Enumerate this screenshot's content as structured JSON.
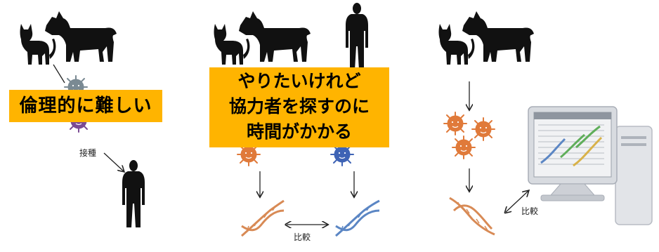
{
  "callouts": {
    "ethics": "倫理的に難しい",
    "collaborator_line1": "やりたいけれど",
    "collaborator_line2": "協力者を探すのに",
    "collaborator_line3": "時間がかかる"
  },
  "labels": {
    "vaccinate": "接種",
    "compare_1": "比較",
    "compare_2": "比較"
  },
  "colors": {
    "callout_bg": "#ffb400",
    "silhouette": "#111111",
    "virus_orange": "#e07a3a",
    "virus_blue": "#3e63b5",
    "virus_purple": "#7a4a93",
    "dna_orange": "#d88a55",
    "dna_blue": "#5b86c4",
    "monitor_frame": "#d8dbe0"
  }
}
